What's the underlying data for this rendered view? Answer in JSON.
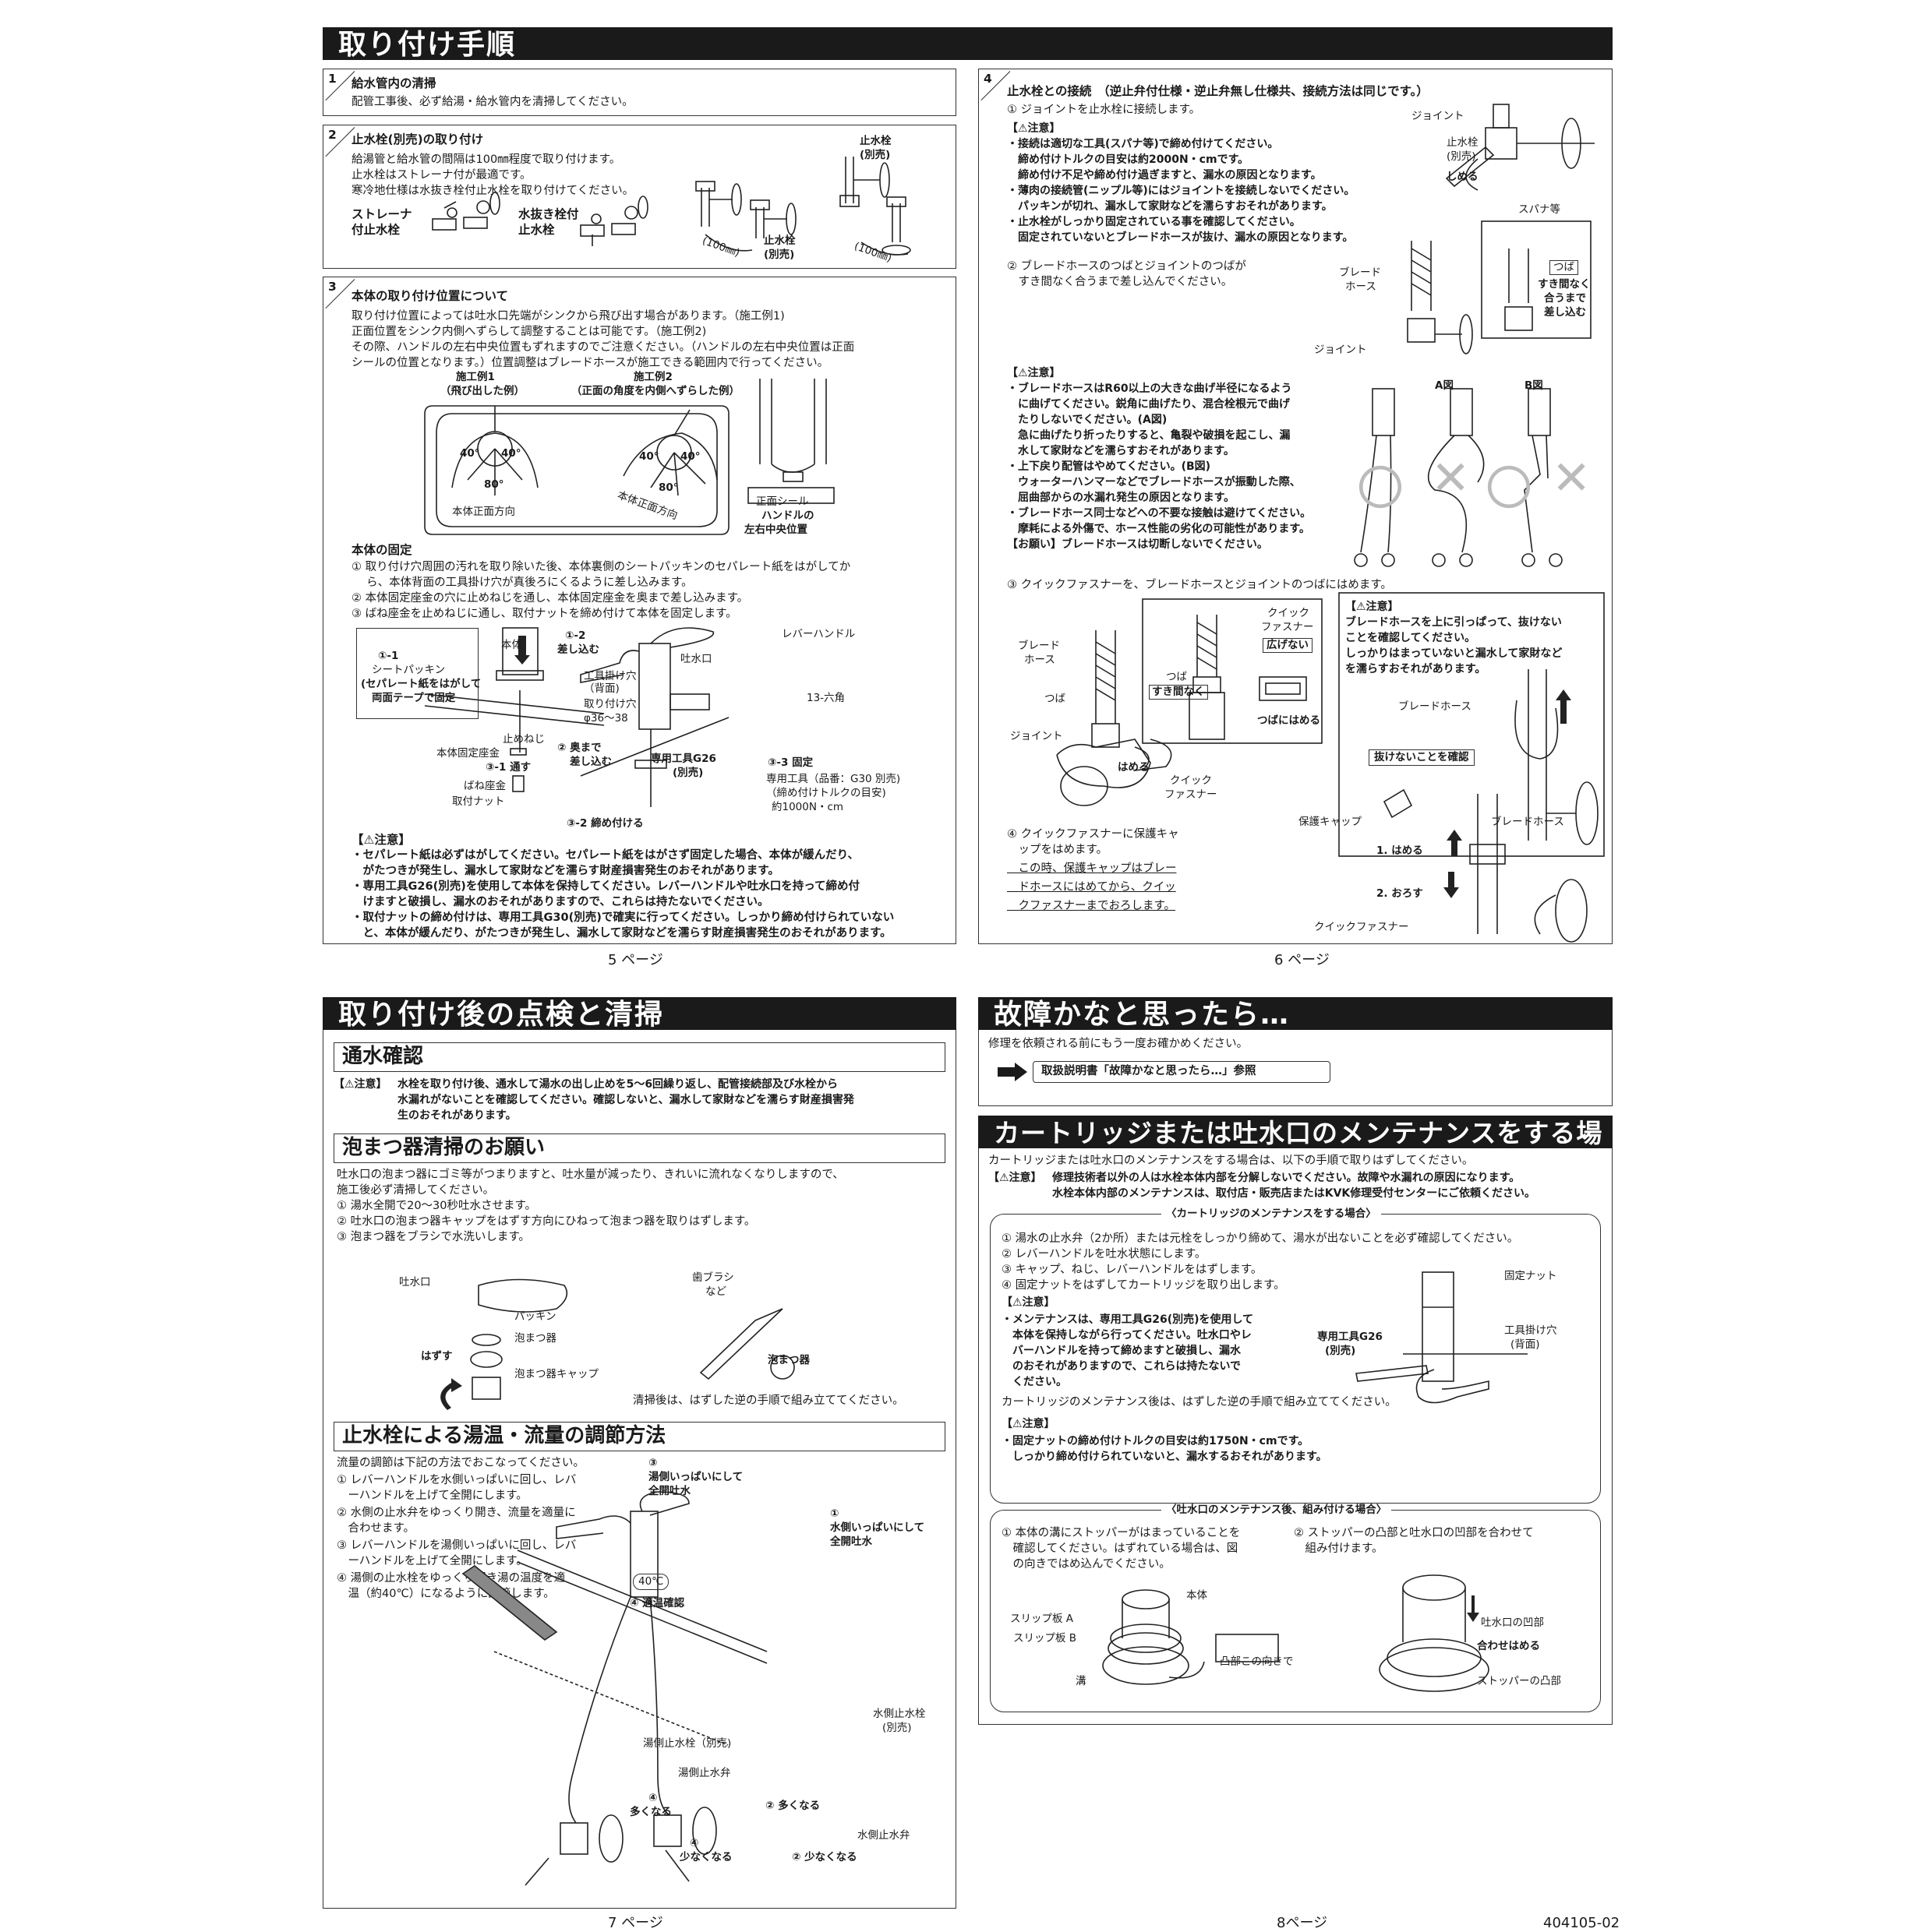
{
  "p5": {
    "header": "取り付け手順",
    "s1": {
      "num": "1",
      "title": "給水管内の清掃",
      "body": "配管工事後、必ず給湯・給水管内を清掃してください。"
    },
    "s2": {
      "num": "2",
      "title": "止水栓(別売)の取り付け",
      "lines": [
        "給湯管と給水管の間隔は100㎜程度で取り付けます。",
        "止水栓はストレーナ付が最適です。",
        "寒冷地仕様は水抜き栓付止水栓を取り付けてください。"
      ],
      "strainer": [
        "ストレーナ",
        "付止水栓"
      ],
      "drain": [
        "水抜き栓付",
        "止水栓"
      ],
      "valve1": [
        "止水栓",
        "(別売)"
      ],
      "valve2": [
        "止水栓",
        "(別売)"
      ],
      "mm1": "(100㎜)",
      "mm2": "(100㎜)"
    },
    "s3": {
      "num": "3",
      "title": "本体の取り付け位置について",
      "lines": [
        "取り付け位置によっては吐水口先端がシンクから飛び出す場合があります。（施工例1)",
        "正面位置をシンク内側へずらして調整することは可能です。（施工例2)",
        "その際、ハンドルの左右中央位置もずれますのでご注意ください。（ハンドルの左右中央位置は正面",
        "シールの位置となります。）位置調整はブレードホースが施工できる範囲内で行ってください。"
      ],
      "ex1": [
        "施工例1",
        "（飛び出した例）"
      ],
      "ex2": [
        "施工例2",
        "（正面の角度を内側へずらした例）"
      ],
      "deg40a": "40°",
      "deg40b": "40°",
      "deg80a": "80°",
      "deg40c": "40°",
      "deg40d": "40°",
      "deg80b": "80°",
      "front1": "本体正面方向",
      "front2": "本体正面方向",
      "seal": [
        "正面シール",
        "ハンドルの",
        "左右中央位置"
      ],
      "fix_title": "本体の固定",
      "fix_lines": [
        "① 取り付け穴周囲の汚れを取り除いた後、本体裏側のシートパッキンのセパレート紙をはがしてか",
        "　 ら、本体背面の工具掛け穴が真後ろにくるように差し込みます。",
        "② 本体固定座金の穴に止めねじを通し、本体固定座金を奥まで差し込みます。",
        "③ ばね座金を止めねじに通し、取付ナットを締め付けて本体を固定します。"
      ],
      "c11": [
        "①-1",
        "シートパッキン",
        "(セパレート紙をはがして",
        "両面テープで固定"
      ],
      "honntai": "本体",
      "c12": [
        "①-2",
        "差し込む"
      ],
      "toolhole": [
        "工具掛け穴",
        "（背面)"
      ],
      "hole": [
        "取り付け穴",
        "φ36～38"
      ],
      "screw": "止めねじ",
      "washer": "本体固定座金",
      "c2": [
        "② 奥まで",
        "差し込む"
      ],
      "c31": "③-1 通す",
      "spring": "ばね座金",
      "nut": "取付ナット",
      "c32": "③-2 締め付ける",
      "outlet": "吐水口",
      "lever": "レバーハンドル",
      "hex": "13-六角",
      "g26": [
        "専用工具G26",
        "(別売)"
      ],
      "c33": "③-3 固定",
      "g30": [
        "専用工具（品番：G30 別売)",
        "（締め付けトルクの目安)",
        "約1000N・cm"
      ],
      "caution": "【⚠注意】",
      "cautions": [
        "・セパレート紙は必ずはがしてください。セパレート紙をはがさず固定した場合、本体が緩んだり、",
        "　がたつきが発生し、漏水して家財などを濡らす財産損害発生のおそれがあります。",
        "・専用工具G26(別売)を使用して本体を保持してください。レバーハンドルや吐水口を持って締め付",
        "　けますと破損し、漏水のおそれがありますので、これらは持たないでください。",
        "・取付ナットの締め付けは、専用工具G30(別売)で確実に行ってください。しっかり締め付けられていない",
        "　と、本体が緩んだり、がたつきが発生し、漏水して家財などを濡らす財産損害発生のおそれがあります。"
      ]
    },
    "page": "5 ページ"
  },
  "p6": {
    "s4": {
      "num": "4",
      "title": "止水栓との接続　（逆止弁付仕様・逆止弁無し仕様共、接続方法は同じです。）",
      "step1": "① ジョイントを止水栓に接続します。",
      "caution1": "【⚠注意】",
      "c1": [
        "・接続は適切な工具(スパナ等)で締め付けてください。",
        "　締め付けトルクの目安は約2000N・cmです。",
        "　締め付け不足や締め付け過ぎますと、漏水の原因となります。",
        "・薄肉の接続管(ニップル等)にはジョイントを接続しないでください。",
        "　パッキンが切れ、漏水して家財などを濡らすおそれがあります。",
        "・止水栓がしっかり固定されている事を確認してください。",
        "　固定されていないとブレードホースが抜け、漏水の原因となります。"
      ],
      "joint1": "ジョイント",
      "valve": [
        "止水栓",
        "(別売)"
      ],
      "tighten": "しめる",
      "spanner": "スパナ等",
      "step2": [
        "② ブレードホースのつばとジョイントのつばが",
        "　すき間なく合うまで差し込んでください。"
      ],
      "hose1": [
        "ブレード",
        "ホース"
      ],
      "joint2": "ジョイント",
      "tsuba1": "つば",
      "gap": [
        "すき間なく",
        "合うまで",
        "差し込む"
      ],
      "caution2": "【⚠注意】",
      "c2": [
        "・ブレードホースはR60以上の大きな曲げ半径になるよう",
        "　に曲げてください。鋭角に曲げたり、混合栓根元で曲げ",
        "　たりしないでください。(A図)",
        "　急に曲げたり折ったりすると、亀裂や破損を起こし、漏",
        "　水して家財などを濡らすおそれがあります。",
        "・上下戻り配管はやめてください。(B図)",
        "　ウォーターハンマーなどでブレードホースが振動した際、",
        "　屈曲部からの水漏れ発生の原因となります。",
        "・ブレードホース同士などへの不要な接触は避けてください。",
        "　摩耗による外傷で、ホース性能の劣化の可能性があります。",
        "【お願い】ブレードホースは切断しないでください。"
      ],
      "figA": "A図",
      "figB": "B図",
      "okA": "〇",
      "ngA": "✕",
      "okB": "〇",
      "ngB": "✕",
      "step3": "③ クイックファスナーを、ブレードホースとジョイントのつばにはめます。",
      "hose2": [
        "ブレード",
        "ホース"
      ],
      "tsuba2": "つば",
      "joint3": "ジョイント",
      "fit": "はめる",
      "qf1": [
        "クイック",
        "ファスナー"
      ],
      "qf2": [
        "クイック",
        "ファスナー"
      ],
      "nospread": "広げない",
      "tsuba3": "つば",
      "gap2": "すき間なく",
      "fitTsuba": "つばにはめる",
      "caution3": "【⚠注意】",
      "c3": [
        "ブレードホースを上に引っぱって、抜けない",
        "ことを確認してください。",
        "しっかりはまっていないと漏水して家財など",
        "を濡らすおそれがあります。"
      ],
      "hose3": "ブレードホース",
      "check": "抜けないことを確認",
      "step4": [
        "④ クイックファスナーに保護キャ",
        "　ップをはめます。",
        "　この時、保護キャップはブレー",
        "　ドホースにはめてから、クイッ",
        "　クファスナーまでおろします。"
      ],
      "cap": "保護キャップ",
      "hose4": "ブレードホース",
      "fit1": "1. はめる",
      "down2": "2. おろす",
      "qf3": "クイックファスナー"
    },
    "page": "6 ページ"
  },
  "p7": {
    "header": "取り付け後の点検と清掃",
    "water_title": "通水確認",
    "water_caution": "【⚠注意】",
    "water_lines": [
      "水栓を取り付け後、通水して湯水の出し止めを5～6回繰り返し、配管接続部及び水栓から",
      "水漏れがないことを確認してください。確認しないと、漏水して家財などを濡らす財産損害発",
      "生のおそれがあります。"
    ],
    "foam_title": "泡まつ器清掃のお願い",
    "foam_lines": [
      "吐水口の泡まつ器にゴミ等がつまりますと、吐水量が減ったり、きれいに流れなくなりしますので、",
      "施工後必ず清掃してください。",
      "① 湯水全開で20～30秒吐水させます。",
      "② 吐水口の泡まつ器キャップをはずす方向にひねって泡まつ器を取りはずします。",
      "③ 泡まつ器をブラシで水洗いします。"
    ],
    "outlet": "吐水口",
    "packing": "パッキン",
    "aerator": "泡まつ器",
    "remove": "はずす",
    "cap": "泡まつ器キャップ",
    "brush": [
      "歯ブラシ",
      "など"
    ],
    "aerator2": "泡まつ器",
    "after": "清掃後は、はずした逆の手順で組み立ててください。",
    "flow_title": "止水栓による湯温・流量の調節方法",
    "flow_lines": [
      "流量の調節は下記の方法でおこなってください。",
      "① レバーハンドルを水側いっぱいに回し、レバ",
      "　ーハンドルを上げて全開にします。",
      "② 水側の止水弁をゆっくり開き、流量を適量に",
      "　合わせます。",
      "③ レバーハンドルを湯側いっぱいに回し、レバ",
      "　ーハンドルを上げて全開にします。",
      "④ 湯側の止水栓をゆっくり開き湯の温度を適",
      "　温（約40℃）になるように調節します。"
    ],
    "f3": [
      "③",
      "湯側いっぱいにして",
      "全開吐水"
    ],
    "f1": [
      "①",
      "水側いっぱいにして",
      "全開吐水"
    ],
    "temp": "40℃",
    "f4": "④ 適温確認",
    "hotvalve": [
      "湯側止水栓（別売)"
    ],
    "hotstop": "湯側止水弁",
    "coldvalve": [
      "水側止水栓",
      "(別売)"
    ],
    "more4": [
      "④",
      "多くなる"
    ],
    "less4": [
      "④",
      "少なくなる"
    ],
    "more2": "② 多くなる",
    "less2": "② 少なくなる",
    "coldstop": "水側止水弁",
    "page": "7 ページ"
  },
  "p8": {
    "header1": "故障かなと思ったら…",
    "pre": "修理を依頼される前にもう一度お確かめください。",
    "ref": "取扱説明書「故障かなと思ったら…」参照",
    "header2": "カートリッジまたは吐水口のメンテナンスをする場合",
    "intro": "カートリッジまたは吐水口のメンテナンスをする場合は、以下の手順で取りはずしてください。",
    "caution": "【⚠注意】",
    "cl": [
      "修理技術者以外の人は水栓本体内部を分解しないでください。故障や水漏れの原因になります。",
      "水栓本体内部のメンテナンスは、取付店・販売店またはKVK修理受付センターにご依頼ください。"
    ],
    "cart_title": "〈カートリッジのメンテナンスをする場合〉",
    "cart_lines": [
      "① 湯水の止水弁（2か所）または元栓をしっかり締めて、湯水が出ないことを必ず確認してください。",
      "② レバーハンドルを吐水状態にします。",
      "③ キャップ、ねじ、レバーハンドルをはずします。",
      "④ 固定ナットをはずしてカートリッジを取り出します。"
    ],
    "c_caution": "【⚠注意】",
    "c_lines": [
      "・メンテナンスは、専用工具G26(別売)を使用して",
      "　本体を保持しながら行ってください。吐水口やレ",
      "　バーハンドルを持って締めますと破損し、漏水",
      "　のおそれがありますので、これらは持たないで",
      "　ください。"
    ],
    "fixnut": "固定ナット",
    "g26": [
      "専用工具G26",
      "(別売)"
    ],
    "toolhole": [
      "工具掛け穴",
      "(背面)"
    ],
    "after": "カートリッジのメンテナンス後は、はずした逆の手順で組み立ててください。",
    "c2_caution": "【⚠注意】",
    "c2_lines": [
      "・固定ナットの締め付けトルクの目安は約1750N・cmです。",
      "　しっかり締め付けられていないと、漏水するおそれがあります。"
    ],
    "outlet_title": "〈吐水口のメンテナンス後、組み付ける場合〉",
    "o1": [
      "① 本体の溝にストッパーがはまっていることを",
      "　確認してください。はずれている場合は、図",
      "　の向きではめ込んでください。"
    ],
    "o2": [
      "② ストッパーの凸部と吐水口の凹部を合わせて",
      "　組み付けます。"
    ],
    "body": "本体",
    "slipA": "スリップ板 A",
    "slipB": "スリップ板 B",
    "groove": "溝",
    "convex": "凸部この向きで",
    "concave": "吐水口の凹部",
    "match": "合わせはめる",
    "stopper": "ストッパーの凸部",
    "page": "8ページ",
    "code": "404105-02"
  }
}
